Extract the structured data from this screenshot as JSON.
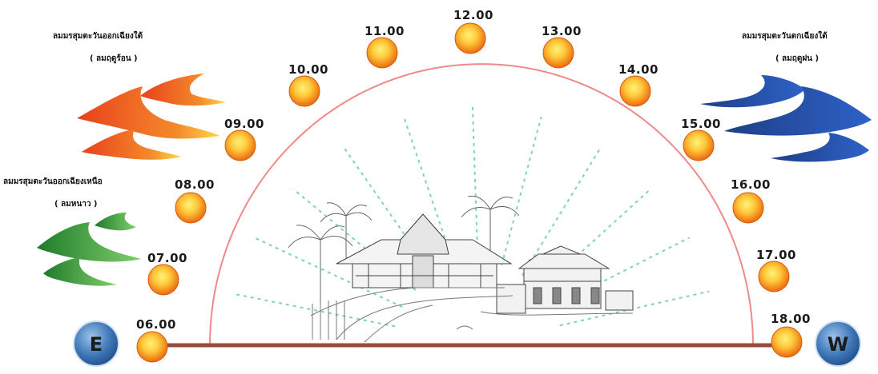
{
  "times": [
    "06.00",
    "07.00",
    "08.00",
    "09.00",
    "10.00",
    "11.00",
    "12.00",
    "13.00",
    "14.00",
    "15.00",
    "16.00",
    "17.00",
    "18.00"
  ],
  "east_label": "E",
  "west_label": "W",
  "wind_southwest_hot": {
    "title": "ลมมรสุมตะวันออกเฉียงใต้",
    "subtitle": "( ลมฤดูร้อน )",
    "color": "#f05a28"
  },
  "wind_northeast": {
    "title": "ลมมรสุมตะวันออกเฉียงเหนือ",
    "subtitle": "( ลมหนาว )",
    "color": "#2e9a3a"
  },
  "wind_southwest_rain": {
    "title": "ลมมรสุมตะวันตกเฉียงใต้",
    "subtitle": "( ลมฤดูฝน )",
    "color": "#2f5fb8"
  },
  "colors": {
    "arc": "#f08a8a",
    "ground": "#9a4a3a",
    "ray": "#7fd3b8",
    "sun_core": "#ffd94a",
    "sun_edge": "#f07a10",
    "badge": "#3a6fb0"
  }
}
